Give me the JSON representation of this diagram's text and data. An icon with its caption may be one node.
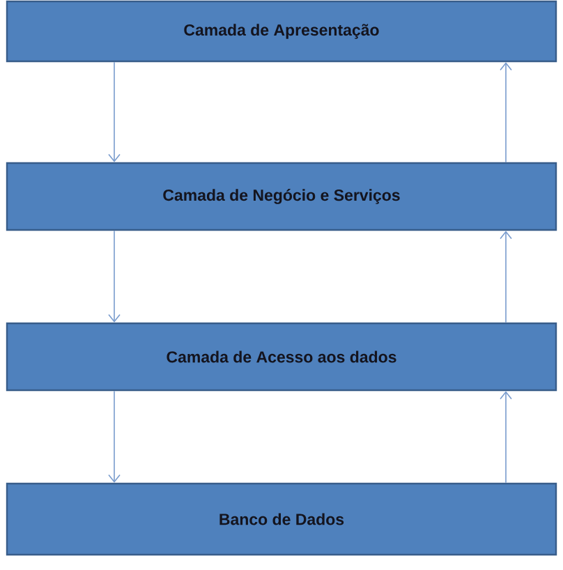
{
  "diagram": {
    "nodes": [
      {
        "text": [
          "Camada de Apresentação"
        ]
      },
      {
        "text": [
          "Camada de Negócio e Serviços"
        ]
      },
      {
        "text": [
          "Camada de Acesso aos dados"
        ]
      },
      {
        "text": [
          "Banco de Dados"
        ]
      }
    ],
    "edges": [
      {
        "from": 0,
        "to": 1,
        "arrow": "to"
      },
      {
        "from": 1,
        "to": 0,
        "arrow": "to"
      },
      {
        "from": 1,
        "to": 2,
        "arrow": "to"
      },
      {
        "from": 2,
        "to": 1,
        "arrow": "to"
      },
      {
        "from": 2,
        "to": 3,
        "arrow": "to"
      },
      {
        "from": 3,
        "to": 2,
        "arrow": "to"
      }
    ]
  }
}
